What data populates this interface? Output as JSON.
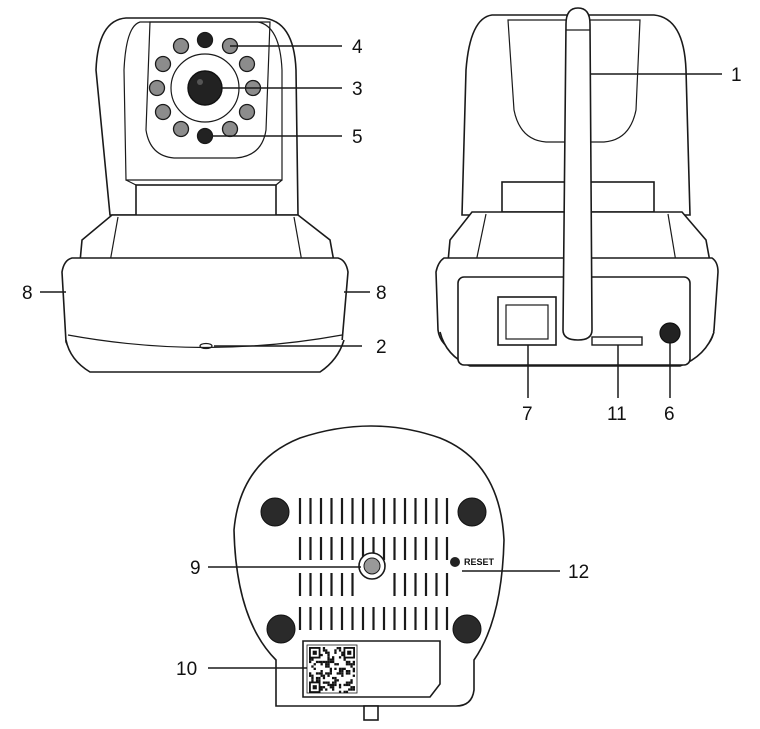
{
  "diagram": {
    "callouts": {
      "antenna": "1",
      "microphone": "2",
      "lens": "3",
      "light_sensor": "4",
      "ir_leds": "5",
      "power_port": "6",
      "ethernet_port": "7",
      "speaker_left": "8",
      "speaker_right": "8",
      "mount_hole": "9",
      "qr_label": "10",
      "sd_card_slot": "11",
      "reset_button": "12"
    },
    "reset_label": "RESET"
  },
  "colors": {
    "line": "#1a1a1a",
    "ir_led_fill": "#8c8c8c",
    "dark_fill": "#222222",
    "background": "#ffffff"
  }
}
